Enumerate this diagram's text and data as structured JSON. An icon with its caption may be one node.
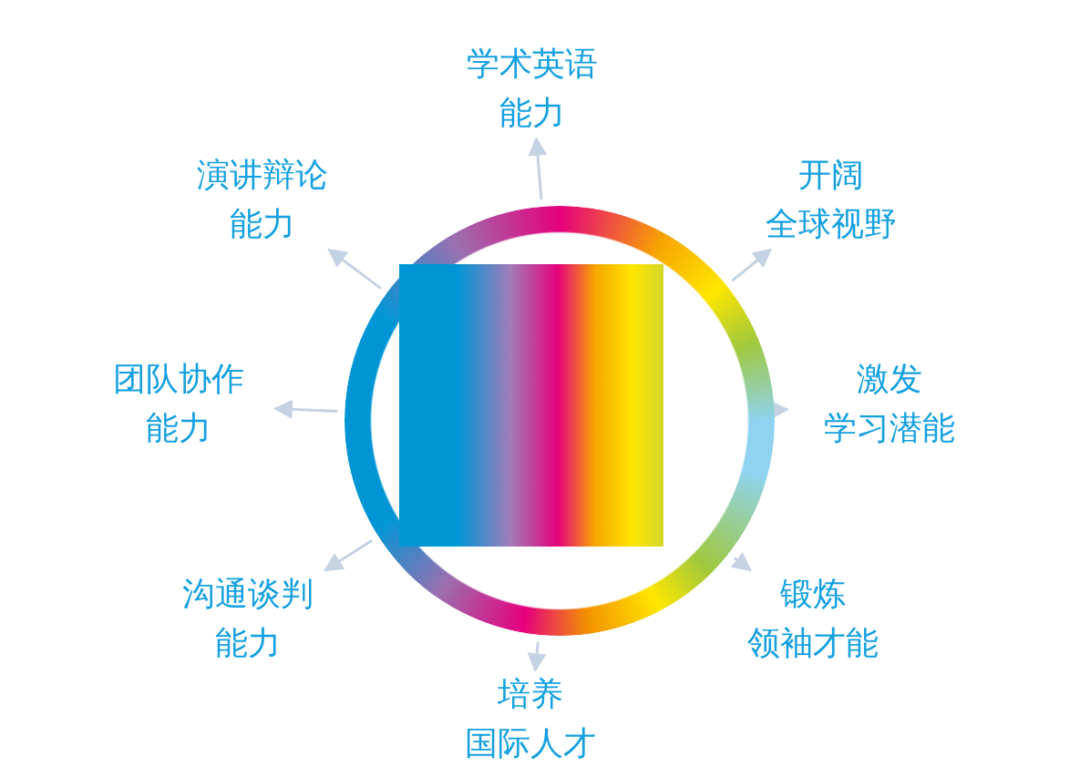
{
  "diagram": {
    "nodes": [
      {
        "text": [],
        "shape": "circle"
      },
      {
        "text": [
          "学术英语",
          "能力"
        ]
      },
      {
        "text": [
          "演讲辩论",
          "能力"
        ]
      },
      {
        "text": [
          "开阔",
          "全球视野"
        ]
      },
      {
        "text": [
          "团队协作",
          "能力"
        ]
      },
      {
        "text": [
          "激发",
          "学习潜能"
        ]
      },
      {
        "text": [
          "沟通谈判",
          "能力"
        ]
      },
      {
        "text": [
          "锻炼",
          "领袖才能"
        ]
      },
      {
        "text": [
          "培养",
          "国际人才"
        ]
      }
    ],
    "edges": [
      {
        "from": 0,
        "to": 1,
        "arrow": "to"
      },
      {
        "from": 0,
        "to": 2,
        "arrow": "to"
      },
      {
        "from": 0,
        "to": 3,
        "arrow": "to"
      },
      {
        "from": 0,
        "to": 4,
        "arrow": "to"
      },
      {
        "from": 0,
        "to": 5,
        "arrow": "to"
      },
      {
        "from": 0,
        "to": 6,
        "arrow": "to"
      },
      {
        "from": 0,
        "to": 7,
        "arrow": "to"
      },
      {
        "from": 0,
        "to": 8,
        "arrow": "to"
      }
    ]
  }
}
